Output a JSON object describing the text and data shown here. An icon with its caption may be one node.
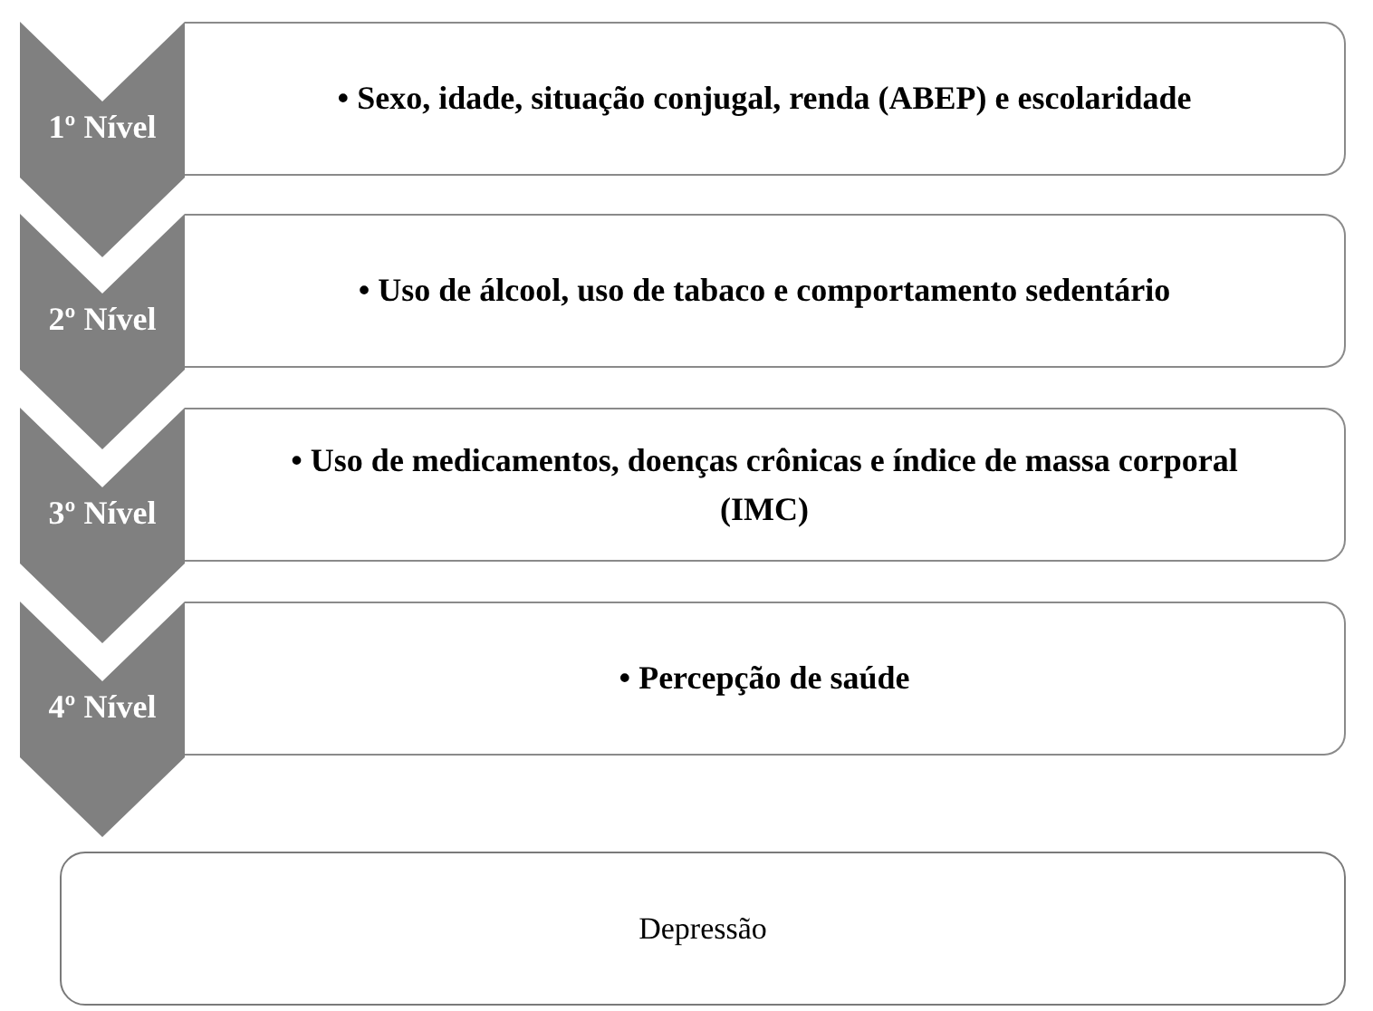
{
  "diagram": {
    "nodes": [
      {
        "text": [
          "1º Nível"
        ]
      },
      {
        "text": [
          "• Sexo, idade, situação conjugal, renda (ABEP) e escolaridade"
        ]
      },
      {
        "text": [
          "2º Nível"
        ]
      },
      {
        "text": [
          "• Uso de álcool, uso de tabaco e comportamento sedentário"
        ]
      },
      {
        "text": [
          "3º Nível"
        ]
      },
      {
        "text": [
          "• Uso de medicamentos, doenças crônicas e índice de massa corporal (IMC)"
        ]
      },
      {
        "text": [
          "4º Nível"
        ]
      },
      {
        "text": [
          "• Percepção de saúde"
        ]
      },
      {
        "text": [
          "Depressão"
        ]
      }
    ]
  }
}
